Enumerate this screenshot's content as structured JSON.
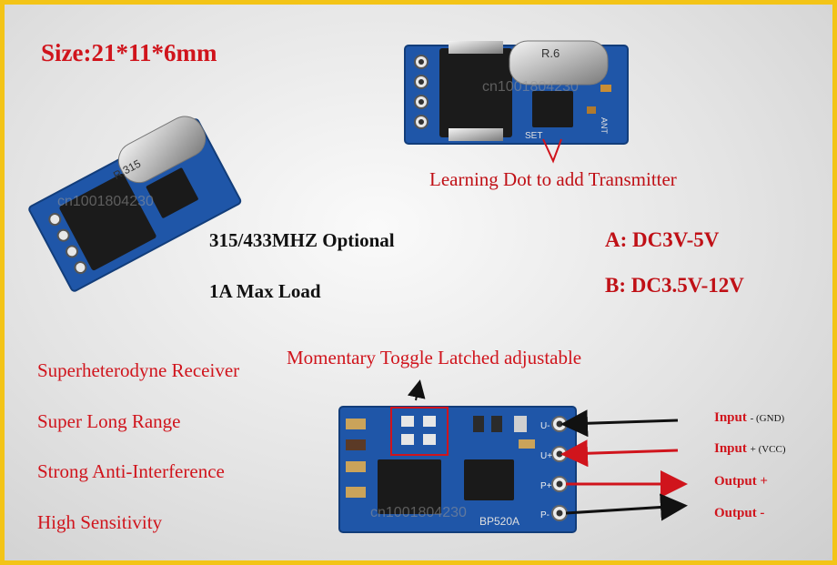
{
  "size_label": "Size:21*11*6mm",
  "learning_dot_label": "Learning Dot to add Transmitter",
  "freq_label": "315/433MHZ Optional",
  "load_label": "1A Max Load",
  "voltage_a": "A: DC3V-5V",
  "voltage_b": "B: DC3.5V-12V",
  "features": [
    "Superheterodyne Receiver",
    "Super Long Range",
    "Strong Anti-Interference",
    "High Sensitivity"
  ],
  "mode_label": "Momentary Toggle Latched adjustable",
  "pins": [
    {
      "label": "Input",
      "note": "- (GND)"
    },
    {
      "label": "Input",
      "note": "+ (VCC)"
    },
    {
      "label": "Output +",
      "note": ""
    },
    {
      "label": "Output -",
      "note": ""
    }
  ],
  "board_pin_labels": [
    "U-",
    "U+",
    "P+",
    "P-"
  ],
  "board_silkscreen": {
    "crystal_top": "R.6",
    "crystal_left": "R.315",
    "ant": "ANT",
    "set": "SET",
    "chip": "BP520A"
  },
  "watermark": "cn1001804230",
  "colors": {
    "border": "#f3c417",
    "accent_red": "#d0141c",
    "pcb_blue": "#1f56a8"
  }
}
